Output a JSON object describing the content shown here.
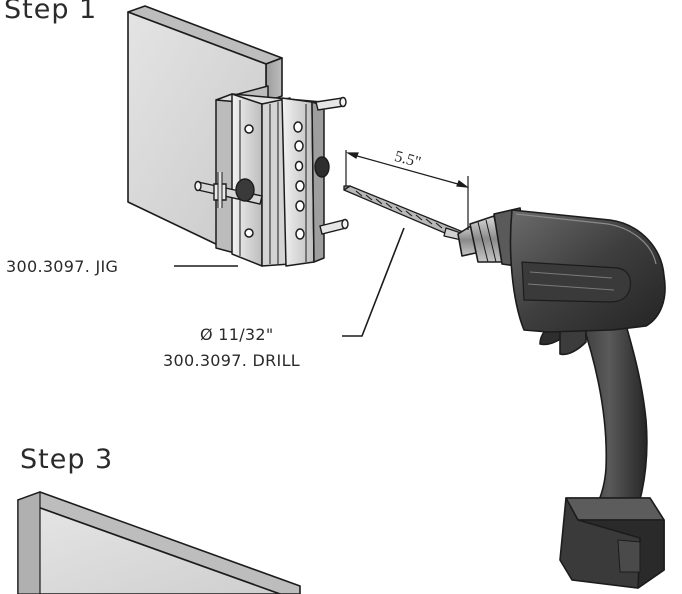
{
  "steps": {
    "step1": "Step 1",
    "step3": "Step 3"
  },
  "labels": {
    "jig": "300.3097. JIG",
    "drill_diameter": "Ø 11/32\"",
    "drill": "300.3097. DRILL",
    "depth": "5.5\""
  },
  "colors": {
    "line": "#1c1c1c",
    "panel_face": "#d8d8d8",
    "panel_side": "#a9a9a9",
    "drill_body": "#4a4a4a",
    "drill_dark": "#2b2b2b"
  }
}
